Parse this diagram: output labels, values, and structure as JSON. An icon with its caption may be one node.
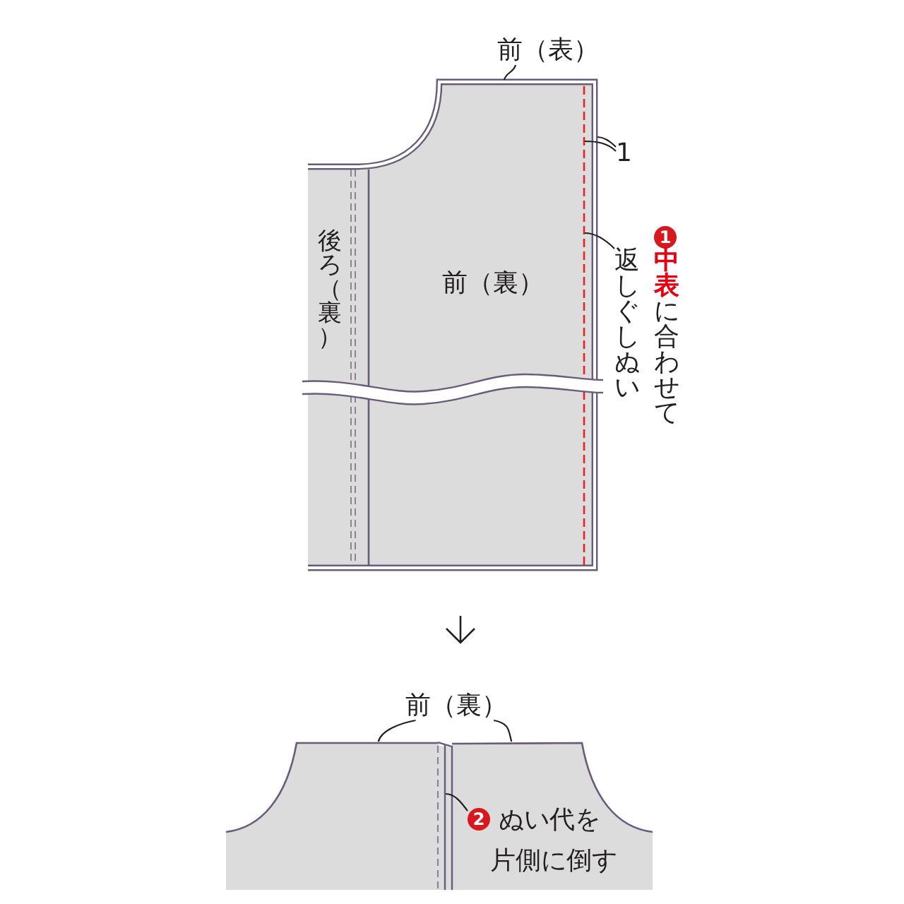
{
  "diagram": {
    "nodes": [
      {
        "text": [
          "前（表）"
        ]
      },
      {
        "text": [
          "1"
        ]
      },
      {
        "text": [
          "1",
          "**中表**に合わせて返しぐしぬい"
        ]
      },
      {
        "text": [
          "前（裏）"
        ]
      },
      {
        "text": [],
        "shape": "picture"
      },
      {
        "text": [],
        "shape": "picture"
      },
      {
        "text": [
          "2",
          "ぬい代を片側に倒す"
        ],
        "in": 5
      }
    ],
    "edges": [
      {
        "from": 0,
        "to": null,
        "arrow": "none"
      },
      {
        "from": 1,
        "to": null,
        "arrow": "none"
      },
      {
        "from": 1,
        "to": null,
        "arrow": "none"
      },
      {
        "from": 2,
        "to": null,
        "arrow": "none"
      },
      {
        "from": 3,
        "to": 4,
        "arrow": "none"
      },
      {
        "from": 3,
        "to": 5,
        "arrow": "none"
      },
      {
        "from": 6,
        "to": null,
        "arrow": "none"
      }
    ],
    "labels": [
      "後ろ（裏）",
      "前（裏）"
    ]
  }
}
